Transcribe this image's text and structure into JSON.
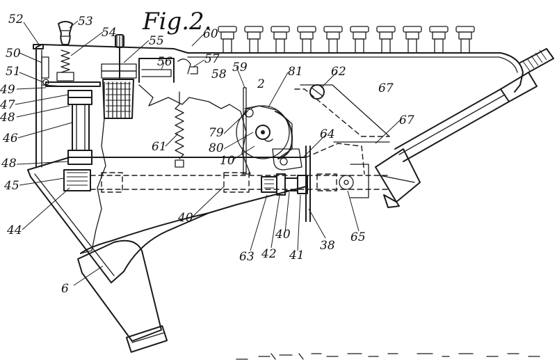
{
  "figure": {
    "title": "Fig.2."
  },
  "reference_numerals": [
    {
      "id": "n52",
      "text": "52"
    },
    {
      "id": "n53",
      "text": "53"
    },
    {
      "id": "n54",
      "text": "54"
    },
    {
      "id": "n55",
      "text": "55"
    },
    {
      "id": "n60",
      "text": "60"
    },
    {
      "id": "n50",
      "text": "50"
    },
    {
      "id": "n51",
      "text": "51"
    },
    {
      "id": "n57",
      "text": "57"
    },
    {
      "id": "n56",
      "text": "56"
    },
    {
      "id": "n58",
      "text": "58"
    },
    {
      "id": "n49",
      "text": "49"
    },
    {
      "id": "n59",
      "text": "59"
    },
    {
      "id": "n2",
      "text": "2"
    },
    {
      "id": "n81",
      "text": "81"
    },
    {
      "id": "n62",
      "text": "62"
    },
    {
      "id": "n47",
      "text": "47"
    },
    {
      "id": "n67a",
      "text": "67"
    },
    {
      "id": "n48a",
      "text": "48"
    },
    {
      "id": "n46",
      "text": "46"
    },
    {
      "id": "n61",
      "text": "61"
    },
    {
      "id": "n79",
      "text": "79"
    },
    {
      "id": "n80",
      "text": "80"
    },
    {
      "id": "n10",
      "text": "10"
    },
    {
      "id": "n64",
      "text": "64"
    },
    {
      "id": "n67b",
      "text": "67"
    },
    {
      "id": "n48b",
      "text": "48"
    },
    {
      "id": "n45",
      "text": "45"
    },
    {
      "id": "n40a",
      "text": "40"
    },
    {
      "id": "n44",
      "text": "44"
    },
    {
      "id": "n63",
      "text": "63"
    },
    {
      "id": "n42",
      "text": "42"
    },
    {
      "id": "n40b",
      "text": "40"
    },
    {
      "id": "n41",
      "text": "41"
    },
    {
      "id": "n38",
      "text": "38"
    },
    {
      "id": "n65",
      "text": "65"
    },
    {
      "id": "n6",
      "text": "6"
    }
  ]
}
